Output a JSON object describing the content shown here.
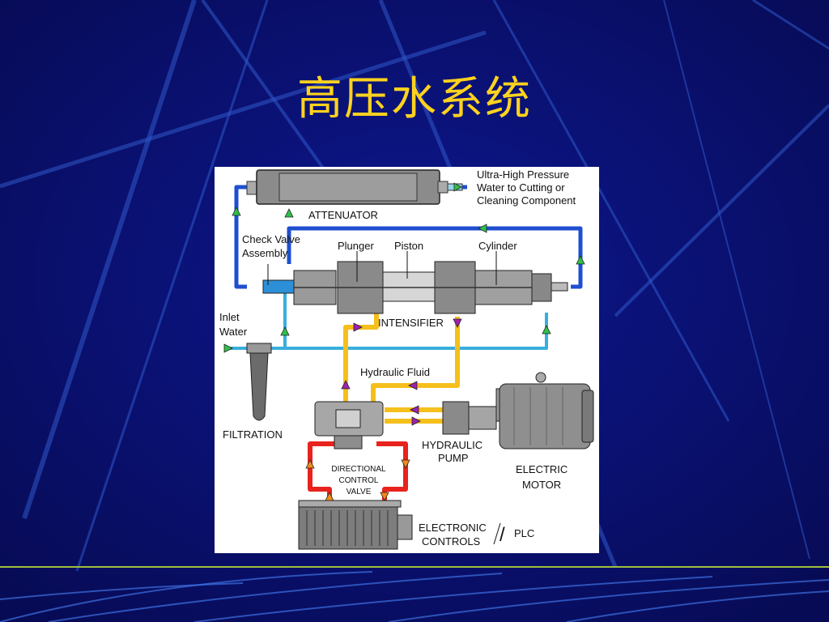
{
  "slide": {
    "title": "高压水系统"
  },
  "diagram": {
    "output_label": [
      "Ultra-High Pressure",
      "Water to Cutting or",
      "Cleaning Component"
    ],
    "attenuator": "ATTENUATOR",
    "check_valve": [
      "Check Valve",
      "Assembly"
    ],
    "plunger": "Plunger",
    "piston": "Piston",
    "cylinder": "Cylinder",
    "inlet_water": [
      "Inlet",
      "Water"
    ],
    "intensifier": "INTENSIFIER",
    "hydraulic_fluid": "Hydraulic Fluid",
    "filtration": "FILTRATION",
    "hydraulic_pump": [
      "HYDRAULIC",
      "PUMP"
    ],
    "electric_motor": [
      "ELECTRIC",
      "MOTOR"
    ],
    "directional_control_valve": [
      "DIRECTIONAL",
      "CONTROL",
      "VALVE"
    ],
    "electronic_controls": [
      "ELECTRONIC",
      "CONTROLS"
    ],
    "slash": "/",
    "plc": "PLC"
  },
  "colors": {
    "background": "#0a0f6e",
    "title": "#ffd21e",
    "high_pressure_line": "#1f4fd0",
    "low_pressure_line": "#38aede",
    "hydraulic_line": "#f5bf1c",
    "control_line": "#e8231e"
  }
}
